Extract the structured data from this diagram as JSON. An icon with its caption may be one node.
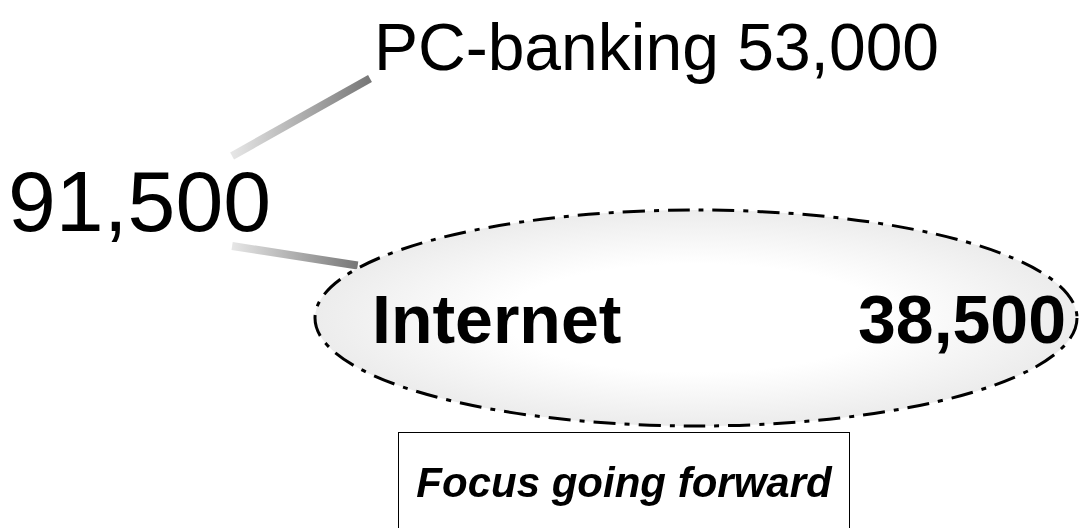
{
  "diagram": {
    "nodes": [
      {
        "text": [
          "91,500"
        ]
      },
      {
        "text": [
          "PC-banking 53,000"
        ]
      },
      {
        "text": [
          "Internet",
          "38,500"
        ]
      },
      {
        "text": [
          "Focus going forward"
        ]
      }
    ],
    "edges": [
      {
        "from": 0,
        "to": 1,
        "arrow": "none",
        "style": "thick"
      },
      {
        "from": 0,
        "to": 2,
        "arrow": "none",
        "style": "thick"
      }
    ]
  }
}
